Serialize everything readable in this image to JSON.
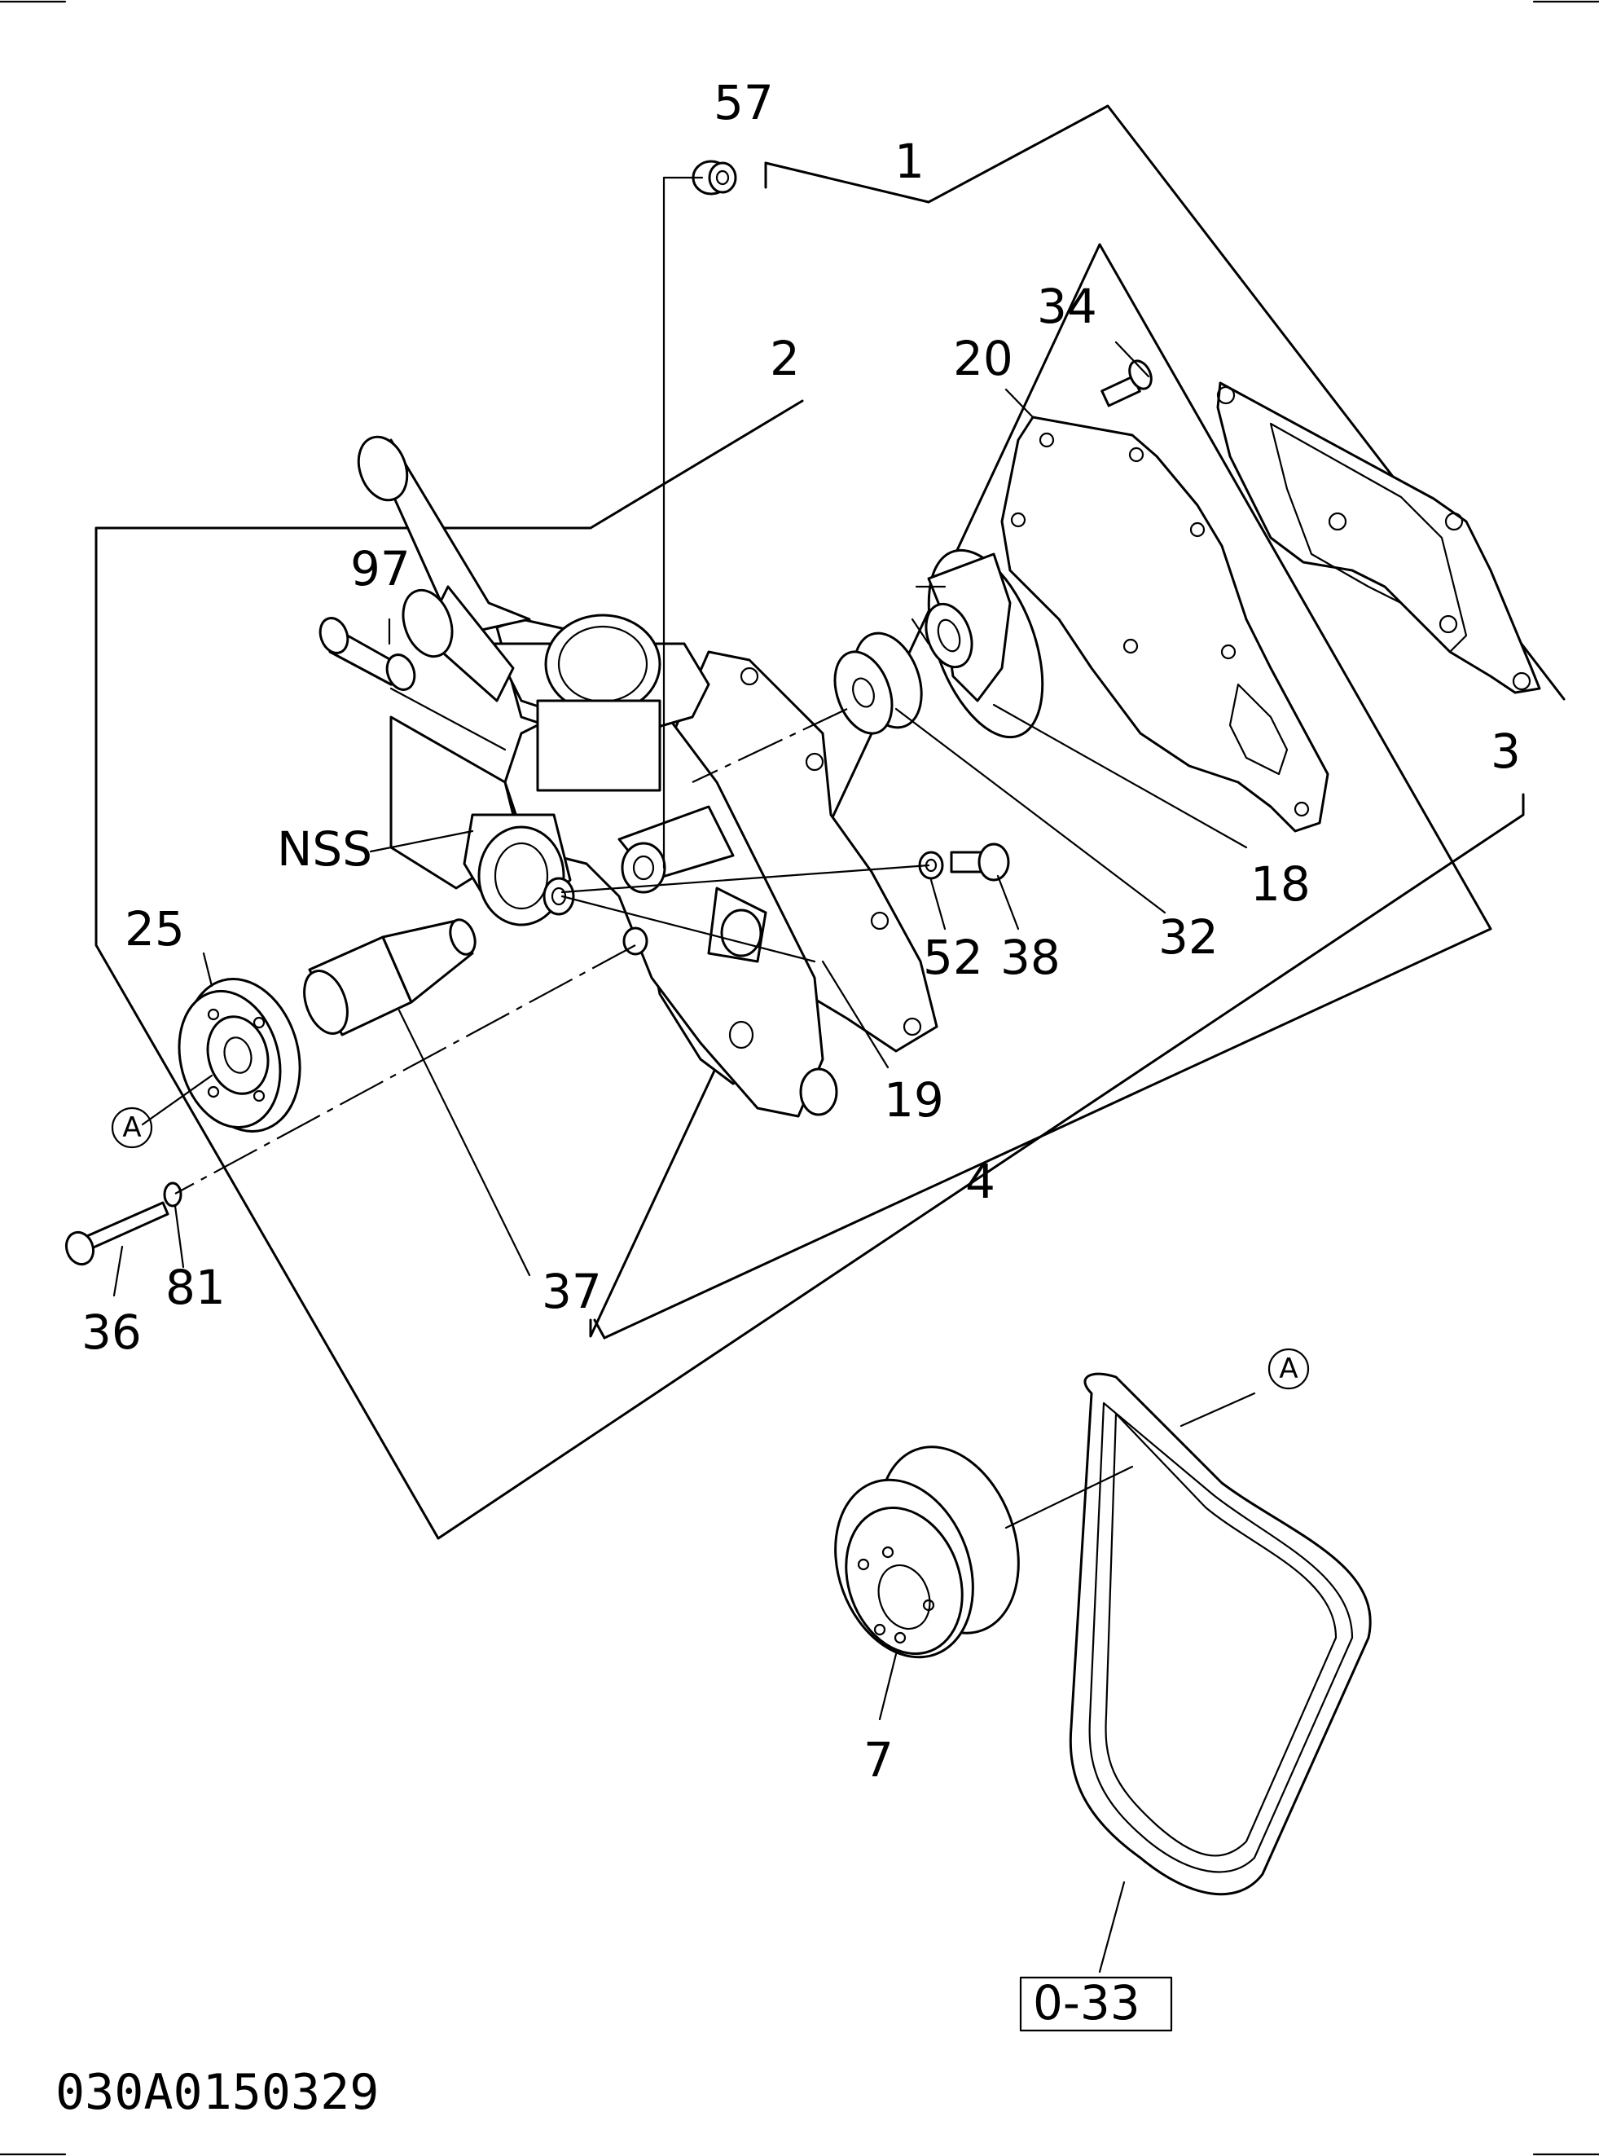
{
  "callouts": {
    "c57": "57",
    "c1": "1",
    "c2": "2",
    "c34": "34",
    "c20": "20",
    "c97": "97",
    "c3": "3",
    "cNSS": "NSS",
    "c18": "18",
    "c52": "52",
    "c38": "38",
    "c32": "32",
    "c25": "25",
    "c19": "19",
    "c4": "4",
    "c81": "81",
    "c36": "36",
    "c37": "37",
    "c7": "7"
  },
  "reference_marker": "A",
  "page_reference": "0-33",
  "drawing_code": "030A0150329"
}
